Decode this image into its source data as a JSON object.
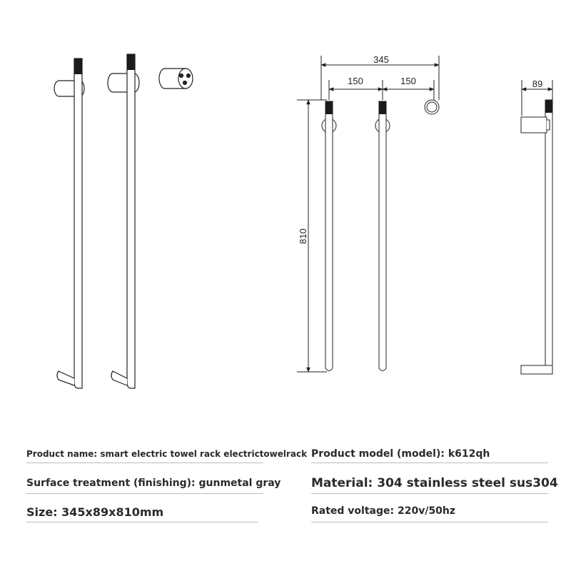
{
  "dimensions": {
    "overall_width": "345",
    "spacing_left": "150",
    "spacing_right": "150",
    "depth": "89",
    "height": "810"
  },
  "specs": {
    "product_name": "Product name: smart electric towel rack electrictowelrack",
    "product_model": "Product model (model): k612qh",
    "surface_treatment": "Surface treatment (finishing): gunmetal gray",
    "material": "Material: 304 stainless steel sus304",
    "size": "Size: 345x89x810mm",
    "rated_voltage": "Rated voltage: 220v/50hz"
  }
}
